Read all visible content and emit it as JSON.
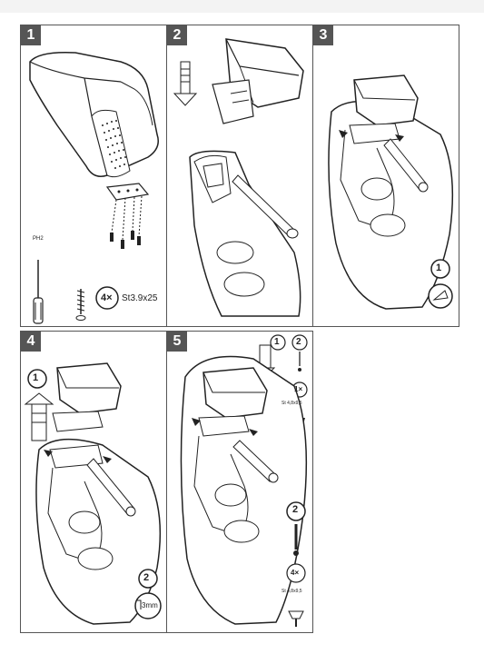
{
  "steps": [
    {
      "number": "1",
      "qty": "4×",
      "screw_spec": "St3.9x25",
      "tool_label": "PH2"
    },
    {
      "number": "2"
    },
    {
      "number": "3",
      "callout": "1"
    },
    {
      "number": "4",
      "callout_a": "1",
      "callout_b": "2",
      "gap_label": "3mm"
    },
    {
      "number": "5",
      "callout_a": "1",
      "callout_b": "2",
      "qty_a": "1×",
      "screw_a": "St 4,8x9,5",
      "callout_c": "2",
      "qty_b": "4×",
      "screw_b": "St 4,8x9,5"
    }
  ],
  "colors": {
    "border": "#555555",
    "number_bg": "#555555",
    "line": "#222222"
  }
}
